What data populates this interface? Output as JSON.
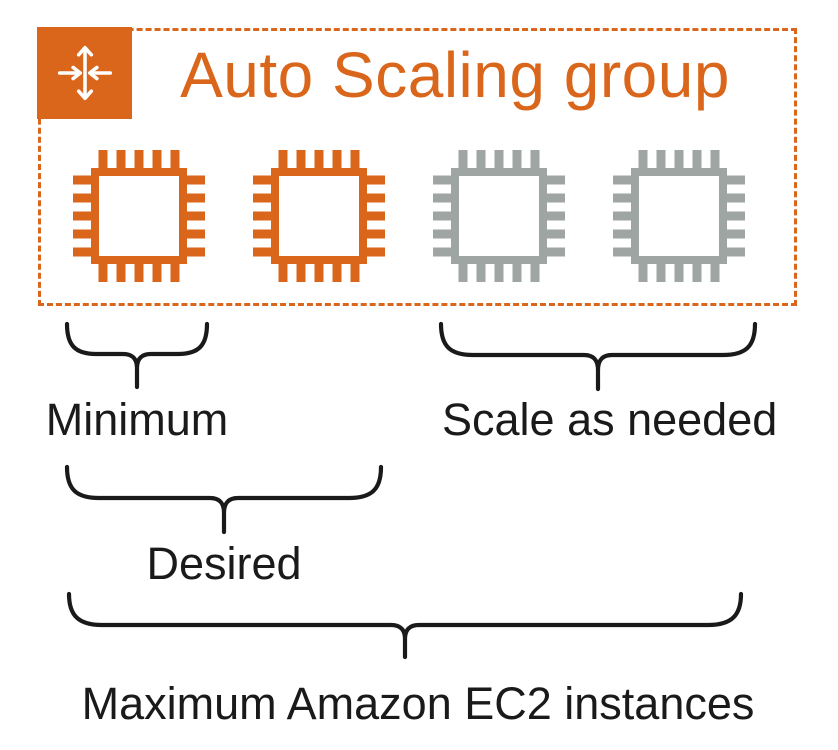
{
  "colors": {
    "orange": "#D9661A",
    "gray": "#9EA5A3",
    "ink": "#1A1A1A"
  },
  "group": {
    "title": "Auto Scaling group",
    "icon": "auto-scaling-group-icon"
  },
  "instances": [
    {
      "icon": "ec2-instance-chip-icon",
      "state": "running"
    },
    {
      "icon": "ec2-instance-chip-icon",
      "state": "running"
    },
    {
      "icon": "ec2-instance-chip-icon",
      "state": "scalable"
    },
    {
      "icon": "ec2-instance-chip-icon",
      "state": "scalable"
    }
  ],
  "braces": {
    "minimum": {
      "label": "Minimum"
    },
    "scale": {
      "label": "Scale as needed"
    },
    "desired": {
      "label": "Desired"
    },
    "maximum": {
      "label": "Maximum Amazon EC2 instances"
    }
  }
}
